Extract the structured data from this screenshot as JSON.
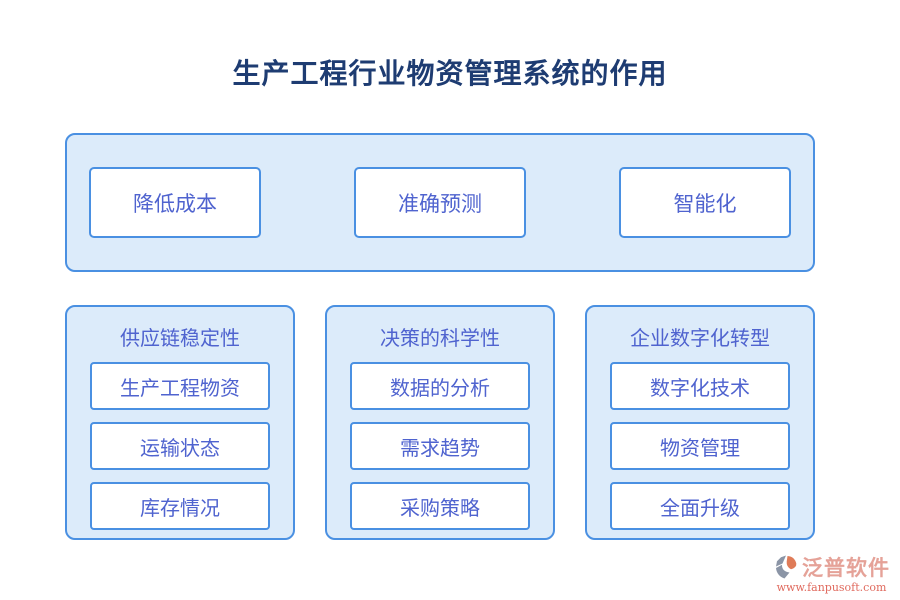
{
  "title": "生产工程行业物资管理系统的作用",
  "top_panel": {
    "items": [
      "降低成本",
      "准确预测",
      "智能化"
    ]
  },
  "panels": [
    {
      "title": "供应链稳定性",
      "items": [
        "生产工程物资",
        "运输状态",
        "库存情况"
      ]
    },
    {
      "title": "决策的科学性",
      "items": [
        "数据的分析",
        "需求趋势",
        "采购策略"
      ]
    },
    {
      "title": "企业数字化转型",
      "items": [
        "数字化技术",
        "物资管理",
        "全面升级"
      ]
    }
  ],
  "branding": {
    "name": "泛普软件",
    "url": "www.fanpusoft.com"
  },
  "colors": {
    "title_text": "#1e3c72",
    "panel_bg": "#dcebfa",
    "panel_border": "#4a90e2",
    "box_bg": "#ffffff",
    "box_border": "#4a90e2",
    "box_text": "#4f63cf",
    "brand_name_text": "#e5a298",
    "brand_url_text": "#e06a5e",
    "logo_gray": "#8b95a6",
    "logo_orange": "#df7b58"
  }
}
